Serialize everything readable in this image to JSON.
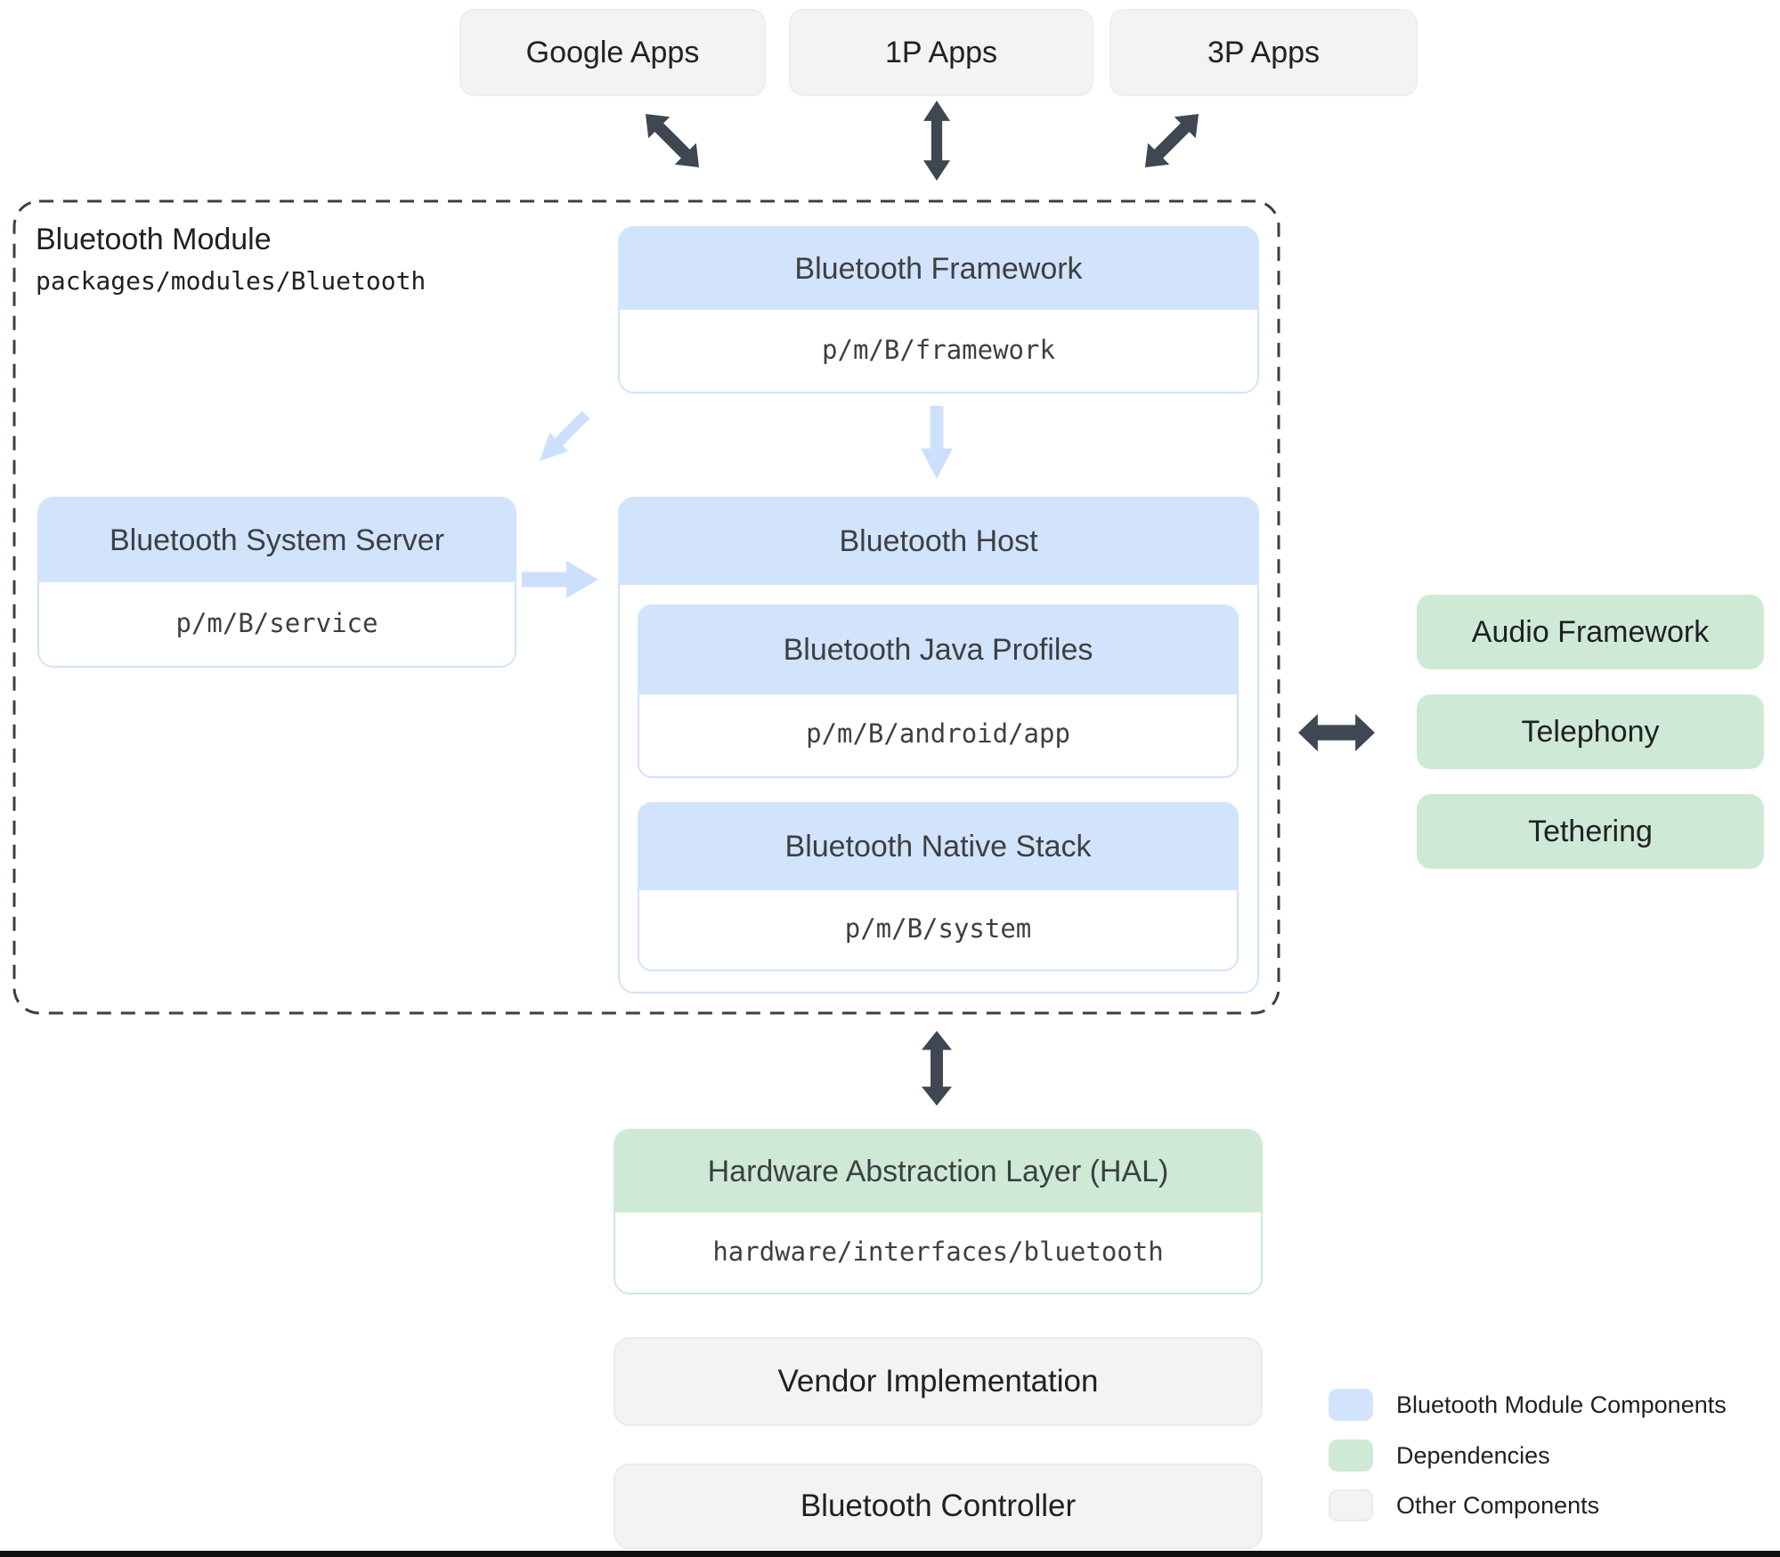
{
  "top_apps": [
    {
      "label": "Google Apps"
    },
    {
      "label": "1P Apps"
    },
    {
      "label": "3P Apps"
    }
  ],
  "module": {
    "title": "Bluetooth Module",
    "path": "packages/modules/Bluetooth",
    "framework": {
      "title": "Bluetooth Framework",
      "path": "p/m/B/framework"
    },
    "system_server": {
      "title": "Bluetooth System Server",
      "path": "p/m/B/service"
    },
    "host": {
      "title": "Bluetooth Host",
      "java_profiles": {
        "title": "Bluetooth Java Profiles",
        "path": "p/m/B/android/app"
      },
      "native_stack": {
        "title": "Bluetooth Native Stack",
        "path": "p/m/B/system"
      }
    }
  },
  "dependencies": [
    {
      "label": "Audio Framework"
    },
    {
      "label": "Telephony"
    },
    {
      "label": "Tethering"
    }
  ],
  "hal": {
    "title": "Hardware Abstraction Layer (HAL)",
    "path": "hardware/interfaces/bluetooth"
  },
  "other_components": [
    {
      "label": "Vendor Implementation"
    },
    {
      "label": "Bluetooth Controller"
    }
  ],
  "legend": {
    "items": [
      {
        "label": "Bluetooth Module Components",
        "color": "#D2E3FC"
      },
      {
        "label": "Dependencies",
        "color": "#CEEAD6"
      },
      {
        "label": "Other Components",
        "color": "#F1F3F4"
      }
    ]
  },
  "icons": {
    "bidirectional_arrow": "↕ double-headed flow arrow",
    "flow_arrow": "↓ single-headed flow arrow"
  },
  "colors": {
    "module_fill": "#D2E3FC",
    "dependency_fill": "#CEEAD6",
    "other_fill": "#F1F3F4",
    "arrow_dark": "#3E4752",
    "arrow_light": "#CDE0FB",
    "text_primary": "#202124",
    "text_secondary": "#3C4043",
    "dashed_border": "#3C4043"
  }
}
